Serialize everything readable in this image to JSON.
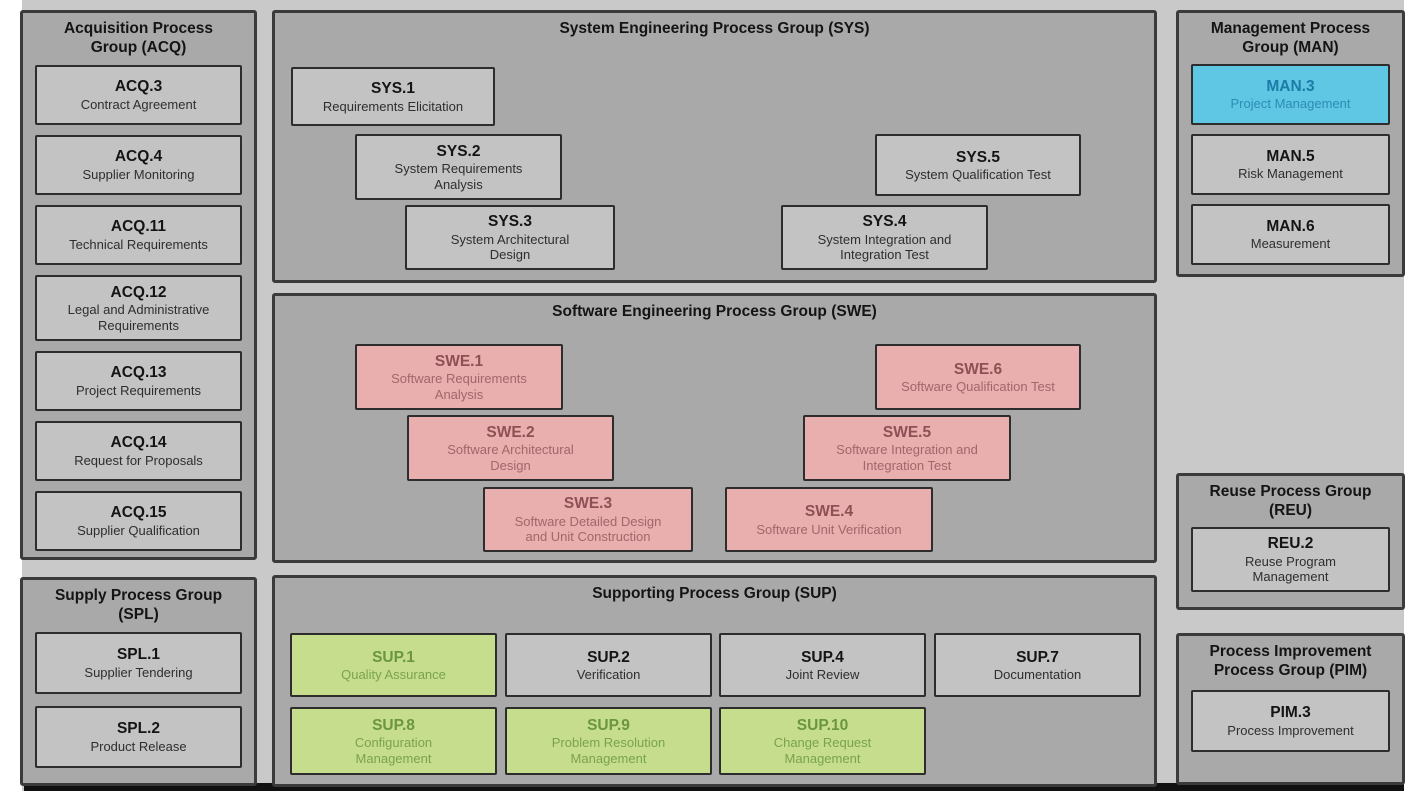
{
  "colors": {
    "panel_gray": "#a9a9a9",
    "box_gray": "#c3c3c3",
    "bg_light_gray": "#c9c9c9",
    "highlight_pink": "#e9aeae",
    "highlight_green": "#c5dd8d",
    "highlight_blue": "#5fc6e4"
  },
  "acq": {
    "title": "Acquisition Process\nGroup (ACQ)",
    "items": [
      {
        "code": "ACQ.3",
        "label": "Contract Agreement"
      },
      {
        "code": "ACQ.4",
        "label": "Supplier Monitoring"
      },
      {
        "code": "ACQ.11",
        "label": "Technical Requirements"
      },
      {
        "code": "ACQ.12",
        "label": "Legal and Administrative\nRequirements"
      },
      {
        "code": "ACQ.13",
        "label": "Project Requirements"
      },
      {
        "code": "ACQ.14",
        "label": "Request for Proposals"
      },
      {
        "code": "ACQ.15",
        "label": "Supplier Qualification"
      }
    ]
  },
  "spl": {
    "title": "Supply Process Group\n(SPL)",
    "items": [
      {
        "code": "SPL.1",
        "label": "Supplier Tendering"
      },
      {
        "code": "SPL.2",
        "label": "Product Release"
      }
    ]
  },
  "sys": {
    "title": "System Engineering Process Group (SYS)",
    "items": [
      {
        "code": "SYS.1",
        "label": "Requirements Elicitation"
      },
      {
        "code": "SYS.2",
        "label": "System Requirements\nAnalysis"
      },
      {
        "code": "SYS.3",
        "label": "System Architectural\nDesign"
      },
      {
        "code": "SYS.4",
        "label": "System Integration and\nIntegration Test"
      },
      {
        "code": "SYS.5",
        "label": "System Qualification Test"
      }
    ]
  },
  "swe": {
    "title": "Software Engineering Process Group (SWE)",
    "items": [
      {
        "code": "SWE.1",
        "label": "Software Requirements\nAnalysis"
      },
      {
        "code": "SWE.2",
        "label": "Software Architectural\nDesign"
      },
      {
        "code": "SWE.3",
        "label": "Software Detailed Design\nand Unit Construction"
      },
      {
        "code": "SWE.4",
        "label": "Software Unit Verification"
      },
      {
        "code": "SWE.5",
        "label": "Software Integration and\nIntegration Test"
      },
      {
        "code": "SWE.6",
        "label": "Software Qualification Test"
      }
    ]
  },
  "sup": {
    "title": "Supporting Process Group (SUP)",
    "items": [
      {
        "code": "SUP.1",
        "label": "Quality Assurance"
      },
      {
        "code": "SUP.2",
        "label": "Verification"
      },
      {
        "code": "SUP.4",
        "label": "Joint Review"
      },
      {
        "code": "SUP.7",
        "label": "Documentation"
      },
      {
        "code": "SUP.8",
        "label": "Configuration\nManagement"
      },
      {
        "code": "SUP.9",
        "label": "Problem Resolution\nManagement"
      },
      {
        "code": "SUP.10",
        "label": "Change Request\nManagement"
      }
    ]
  },
  "man": {
    "title": "Management Process\nGroup (MAN)",
    "items": [
      {
        "code": "MAN.3",
        "label": "Project Management"
      },
      {
        "code": "MAN.5",
        "label": "Risk Management"
      },
      {
        "code": "MAN.6",
        "label": "Measurement"
      }
    ]
  },
  "reu": {
    "title": "Reuse Process Group\n(REU)",
    "items": [
      {
        "code": "REU.2",
        "label": "Reuse Program\nManagement"
      }
    ]
  },
  "pim": {
    "title": "Process Improvement\nProcess Group (PIM)",
    "items": [
      {
        "code": "PIM.3",
        "label": "Process Improvement"
      }
    ]
  }
}
